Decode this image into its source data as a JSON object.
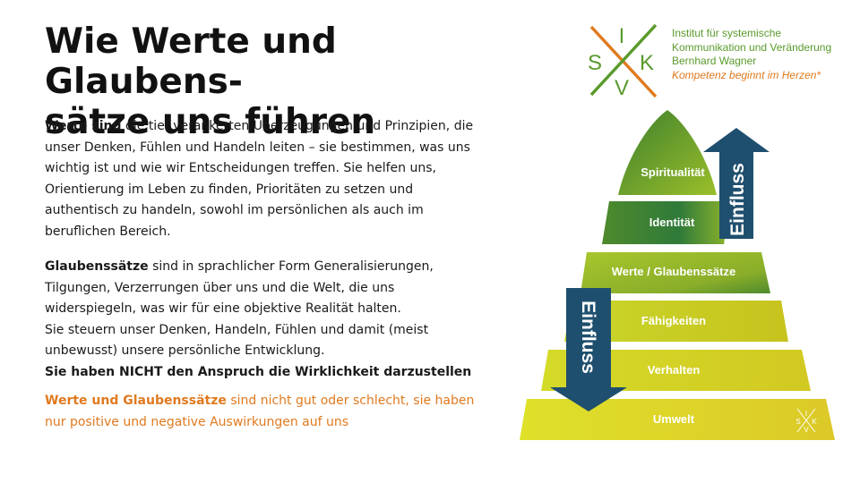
{
  "title_line1": "Wie Werte und Glaubens-",
  "title_line2": "sätze uns führen",
  "para1": {
    "lead": "Werte sind",
    "rest": " die tief verankerten Überzeugungen und Prinzipien, die unser Denken, Fühlen und Handeln leiten – sie bestimmen, was uns wichtig ist und wie wir Entscheidungen treffen. Sie helfen uns, Orientierung im Leben zu finden, Prioritäten zu setzen und authentisch zu handeln, sowohl im persönlichen als auch im beruflichen Bereich."
  },
  "para2": {
    "lead": "Glaubenssätze",
    "rest": " sind in sprachlicher Form Generalisierungen, Tilgungen, Verzerrungen über uns und die Welt, die uns widerspiegeln, was wir für eine objektive Realität halten.",
    "line2": "Sie steuern unser Denken, Handeln, Fühlen und damit (meist unbewusst) unsere persönliche Entwicklung.",
    "line3": "Sie haben NICHT den Anspruch die Wirklichkeit darzustellen"
  },
  "para3": {
    "lead": "Werte und Glaubenssätze",
    "rest": " sind nicht gut oder schlecht, sie haben nur positive und negative Auswirkungen auf uns"
  },
  "logo": {
    "letter_i": "I",
    "letter_s": "S",
    "letter_k": "K",
    "letter_v": "V",
    "line1": "Institut für systemische",
    "line2": "Kommunikation und Veränderung",
    "line3": "Bernhard Wagner",
    "slogan": "Kompetenz beginnt im Herzen*",
    "green": "#5a9a2c",
    "orange": "#e07a1f"
  },
  "pyramid": {
    "levels": [
      "Spiritualität",
      "Identität",
      "Werte / Glaubenssätze",
      "Fähigkeiten",
      "Verhalten",
      "Umwelt"
    ],
    "arrow_up_label": "Einfluss",
    "arrow_down_label": "Einfluss",
    "arrow_color": "#1f4f6e",
    "mini_logo": {
      "i": "I",
      "s": "S",
      "k": "K",
      "v": "V"
    }
  }
}
